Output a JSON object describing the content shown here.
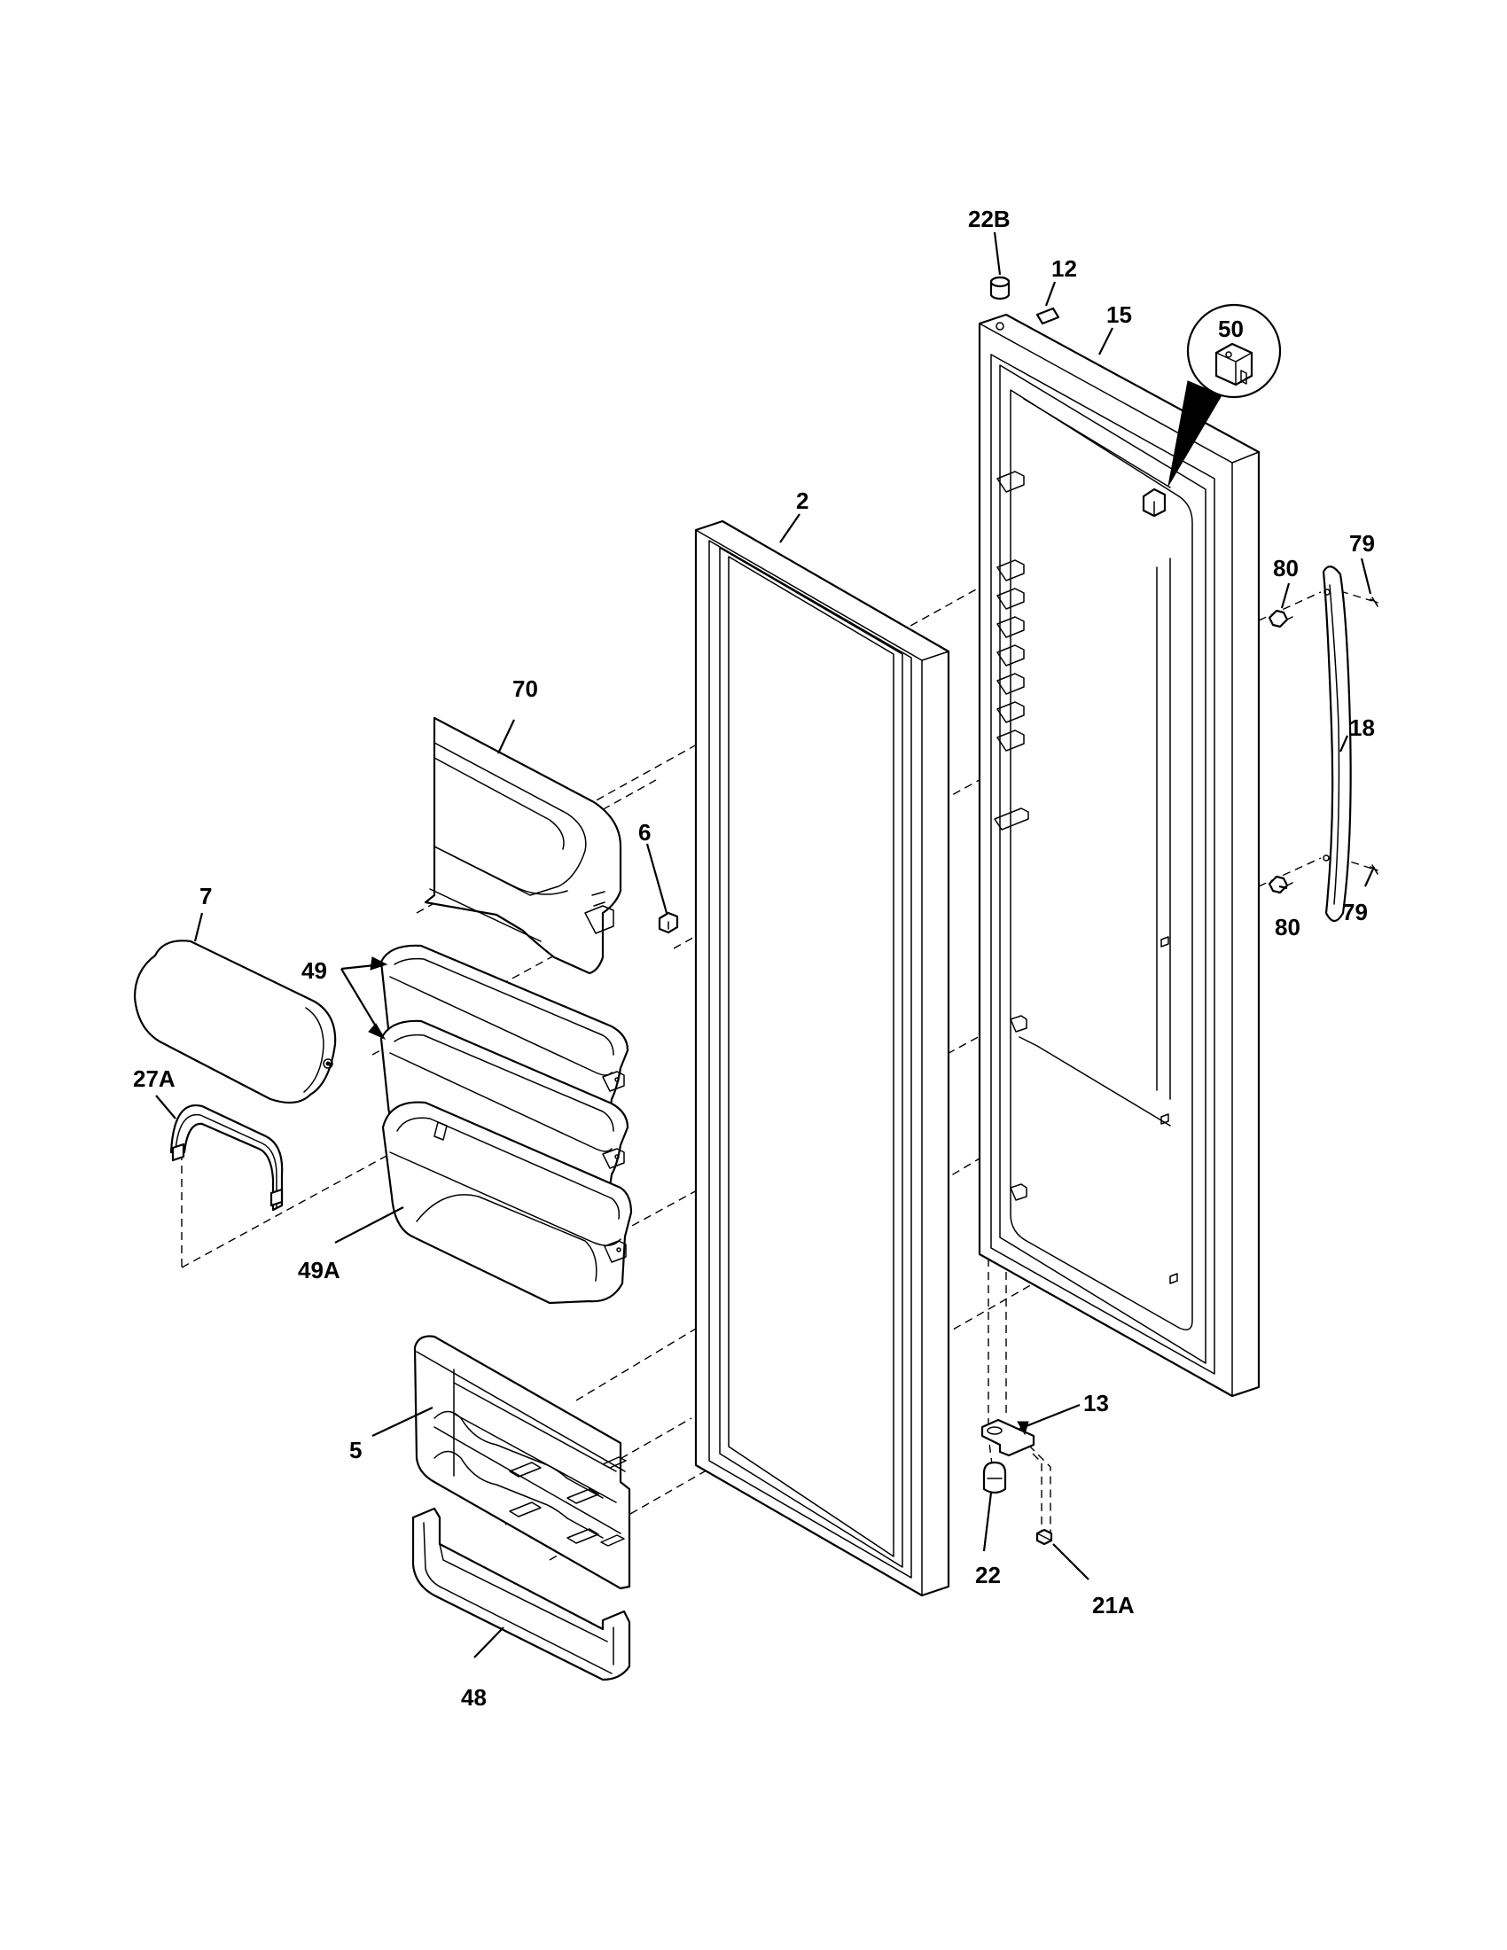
{
  "diagram": {
    "labels": {
      "p22B": "22B",
      "p12": "12",
      "p15": "15",
      "p50": "50",
      "p2": "2",
      "p80a": "80",
      "p79a": "79",
      "p18": "18",
      "p70": "70",
      "p6": "6",
      "p7": "7",
      "p49": "49",
      "p27A": "27A",
      "p80b": "80",
      "p79b": "79",
      "p49A": "49A",
      "p13": "13",
      "p5": "5",
      "p22": "22",
      "p21A": "21A",
      "p48": "48"
    }
  }
}
